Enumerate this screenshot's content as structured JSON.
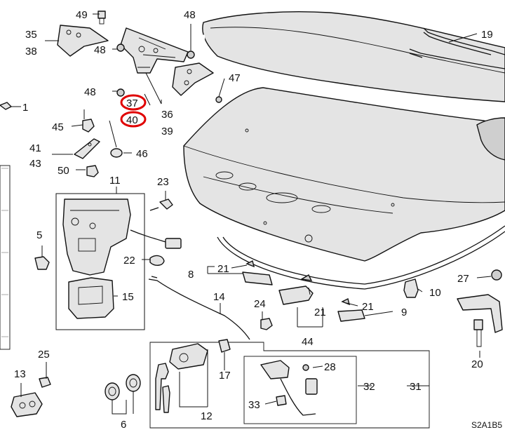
{
  "diagram_code": "S2A1B5",
  "callouts": {
    "c1": "1",
    "c5": "5",
    "c6": "6",
    "c8": "8",
    "c9": "9",
    "c10": "10",
    "c11": "11",
    "c12": "12",
    "c13": "13",
    "c14": "14",
    "c15": "15",
    "c17": "17",
    "c19": "19",
    "c20": "20",
    "c21a": "21",
    "c21b": "21",
    "c21c": "21",
    "c22": "22",
    "c23": "23",
    "c24": "24",
    "c25": "25",
    "c27": "27",
    "c28": "28",
    "c31": "31",
    "c32": "32",
    "c33": "33",
    "c35": "35",
    "c36": "36",
    "c37": "37",
    "c38": "38",
    "c39": "39",
    "c40": "40",
    "c41": "41",
    "c43": "43",
    "c44": "44",
    "c45": "45",
    "c46": "46",
    "c47": "47",
    "c48a": "48",
    "c48b": "48",
    "c48c": "48",
    "c49": "49",
    "c50": "50"
  },
  "highlighted_callouts": [
    "37",
    "40"
  ],
  "highlight_color": "#e00000"
}
